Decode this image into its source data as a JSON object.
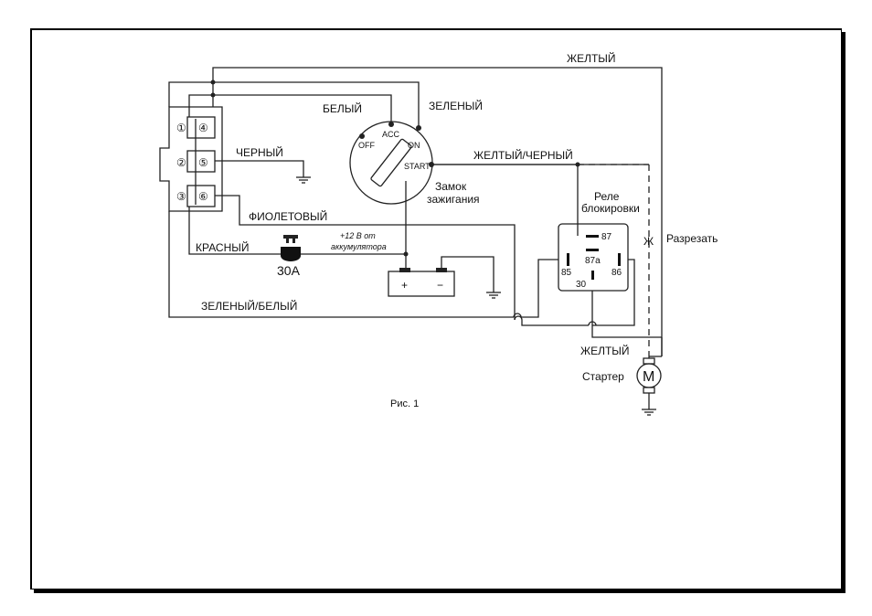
{
  "wires": {
    "yellow_top": "ЖЕЛТЫЙ",
    "white": "БЕЛЫЙ",
    "green": "ЗЕЛЕНЫЙ",
    "black": "ЧЕРНЫЙ",
    "yellow_black": "ЖЕЛТЫЙ/ЧЕРНЫЙ",
    "violet": "ФИОЛЕТОВЫЙ",
    "red": "КРАСНЫЙ",
    "green_white": "ЗЕЛЕНЫЙ/БЕЛЫЙ",
    "yellow_bottom": "ЖЕЛТЫЙ"
  },
  "connector": {
    "pins": [
      "①",
      "②",
      "③",
      "④",
      "⑤",
      "⑥"
    ]
  },
  "ignition": {
    "acc": "ACC",
    "off": "OFF",
    "on": "ON",
    "start": "START",
    "label_line1": "Замок",
    "label_line2": "зажигания"
  },
  "fuse": {
    "rating": "30A"
  },
  "battery_feed": {
    "line1": "+12 В от",
    "line2": "аккумулятора"
  },
  "battery": {
    "plus": "+",
    "minus": "−"
  },
  "relay": {
    "title_line1": "Реле",
    "title_line2": "блокировки",
    "pin_87": "87",
    "pin_87a": "87a",
    "pin_85": "85",
    "pin_86": "86",
    "pin_30": "30"
  },
  "cut": {
    "mark": "Ж",
    "label": "Разрезать"
  },
  "starter": {
    "label": "Стартер",
    "symbol": "M"
  },
  "caption": "Рис. 1"
}
